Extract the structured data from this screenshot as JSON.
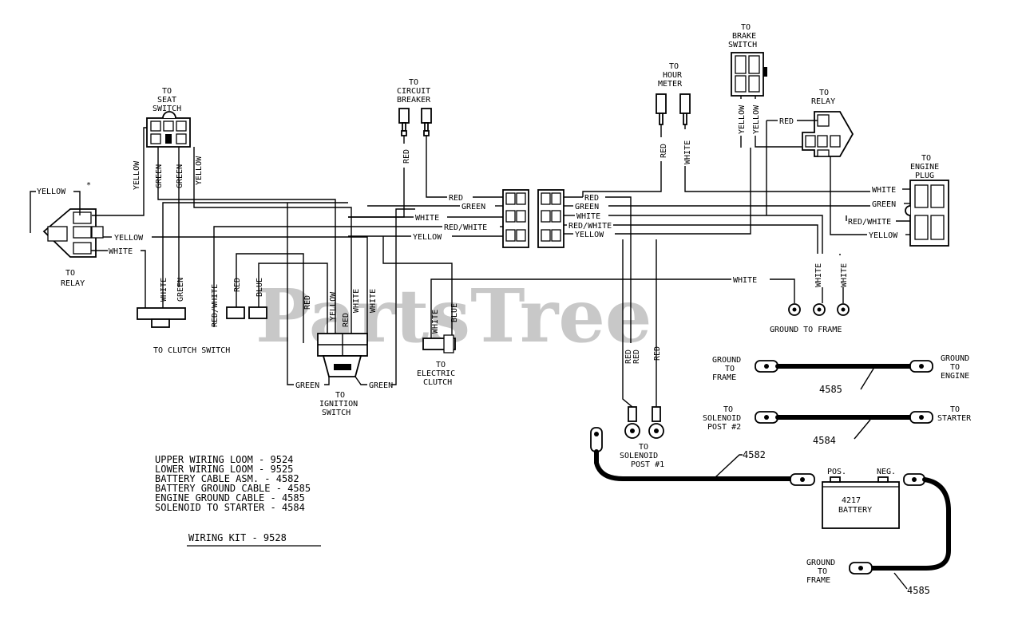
{
  "watermark": "PartsTree",
  "destinations": {
    "seat_switch": [
      "TO",
      "SEAT",
      "SWITCH"
    ],
    "relay_left": [
      "TO",
      "RELAY"
    ],
    "circuit_breaker": [
      "TO",
      "CIRCUIT",
      "BREAKER"
    ],
    "hour_meter": [
      "TO",
      "HOUR",
      "METER"
    ],
    "brake_switch": [
      "TO",
      "BRAKE",
      "SWITCH"
    ],
    "relay_right": [
      "TO",
      "RELAY"
    ],
    "engine_plug": [
      "TO",
      "ENGINE",
      "PLUG"
    ],
    "clutch_switch": "TO CLUTCH SWITCH",
    "ignition_switch": [
      "TO",
      "IGNITION",
      "SWITCH"
    ],
    "electric_clutch": [
      "TO",
      "ELECTRIC",
      "CLUTCH"
    ],
    "ground_frame": [
      "GROUND",
      "TO",
      "FRAME"
    ],
    "solenoid_post1": [
      "TO",
      "SOLENOID",
      "POST #1"
    ],
    "ground_to_frame_a": [
      "GROUND",
      "TO",
      "FRAME"
    ],
    "ground_to_engine": [
      "GROUND",
      "TO",
      "ENGINE"
    ],
    "to_solenoid_post2": [
      "TO",
      "SOLENOID",
      "POST #2"
    ],
    "to_starter": [
      "TO",
      "STARTER"
    ],
    "ground_to_frame_b": [
      "GROUND",
      "TO",
      "FRAME"
    ]
  },
  "wires": {
    "yellow": "YELLOW",
    "green": "GREEN",
    "white": "WHITE",
    "red": "RED",
    "red_white": "RED/WHITE",
    "blue": "BLUE"
  },
  "asterisk": "*",
  "battery": {
    "pos": "POS.",
    "neg": "NEG.",
    "model": "4217",
    "name": "BATTERY"
  },
  "part_numbers": {
    "engine_ground": "4585",
    "solenoid_starter": "4584",
    "battery_cable": "4582",
    "battery_ground": "4585"
  },
  "legend": [
    "UPPER WIRING LOOM - 9524",
    "LOWER WIRING LOOM - 9525",
    "BATTERY CABLE ASM. - 4582",
    "BATTERY GROUND CABLE - 4585",
    "ENGINE GROUND CABLE - 4585",
    "SOLENOID TO STARTER - 4584"
  ],
  "kit_title": "WIRING KIT - 9528"
}
